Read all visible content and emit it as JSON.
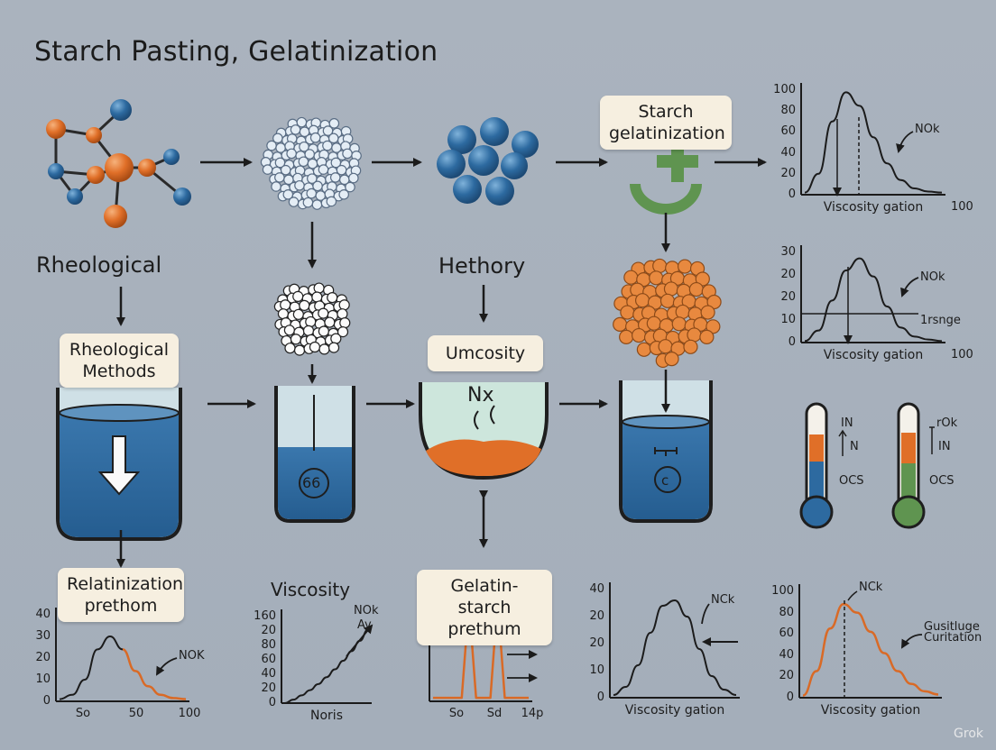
{
  "title": "Starch Pasting, Gelatinization",
  "labels": {
    "rheological": "Rheological",
    "hethory": "Hethory",
    "viscosity": "Viscosity"
  },
  "boxes": {
    "rheological_methods": [
      "Rheological",
      "Methods"
    ],
    "starch_gelatinization": [
      "Starch",
      "gelatinization"
    ],
    "umcosity": "Umcosity",
    "relatinization": [
      "Relatinization",
      "prethom"
    ],
    "gelatin_starch": [
      "Gelatin-starch",
      "prethum"
    ]
  },
  "vessel_marks": {
    "tube1": "66",
    "bowl": "Nx"
  },
  "thermometers": [
    {
      "labels": [
        "IN",
        "N",
        "OCS"
      ],
      "bulb_color": "#2d6aa0"
    },
    {
      "labels": [
        "rOk",
        "IN",
        "OCS"
      ],
      "bulb_color": "#5f9450"
    }
  ],
  "colors": {
    "blue": "#2d6aa0",
    "orange": "#d96a26",
    "green": "#5f9450",
    "cream": "#f6efe0"
  },
  "chart_data": [
    {
      "type": "line",
      "yticks": [
        "100",
        "80",
        "60",
        "40",
        "20",
        "0"
      ],
      "xlabel": "Viscosity gation",
      "xend": "100",
      "annotation": "NOk",
      "series": [
        {
          "x": [
            0,
            10,
            20,
            30,
            40,
            50,
            60,
            70,
            80,
            90,
            100
          ],
          "values": [
            2,
            20,
            70,
            98,
            85,
            55,
            30,
            14,
            6,
            3,
            2
          ]
        }
      ]
    },
    {
      "type": "line",
      "yticks": [
        "30",
        "20",
        "20",
        "10",
        "0"
      ],
      "xlabel": "Viscosity gation",
      "xend": "100",
      "annotation": "NOk",
      "hline_label": "1rsnge",
      "series": [
        {
          "x": [
            0,
            10,
            20,
            30,
            40,
            50,
            60,
            70,
            80,
            90,
            100
          ],
          "values": [
            0.5,
            4,
            14,
            24,
            28,
            22,
            12,
            5,
            2,
            1,
            0.5
          ]
        }
      ]
    },
    {
      "type": "line",
      "yticks": [
        "40",
        "30",
        "20",
        "10",
        "0"
      ],
      "xticks": [
        "So",
        "50",
        "100"
      ],
      "annotation": "NOK",
      "series": [
        {
          "x": [
            0,
            10,
            20,
            30,
            40,
            50,
            60,
            70,
            80,
            90,
            100
          ],
          "values": [
            1,
            3,
            10,
            24,
            30,
            24,
            14,
            7,
            3,
            1.5,
            1
          ]
        }
      ]
    },
    {
      "type": "line",
      "yticks": [
        "160",
        "20",
        "80",
        "60",
        "40",
        "20",
        "0"
      ],
      "xlabel": "Noris",
      "annotations": [
        "NOk",
        "Ay"
      ],
      "series": [
        {
          "x": [
            0,
            10,
            20,
            30,
            40,
            50,
            60,
            70,
            80,
            90,
            100
          ],
          "values": [
            0,
            4,
            9,
            15,
            22,
            30,
            39,
            49,
            60,
            72,
            85
          ]
        }
      ]
    },
    {
      "type": "line",
      "xticks": [
        "So",
        "Sd",
        "14p"
      ],
      "series": [
        {
          "x": [
            0,
            10,
            20,
            30,
            35,
            40,
            45,
            50,
            60,
            65,
            70,
            75,
            80,
            90,
            100
          ],
          "values": [
            5,
            5,
            5,
            5,
            95,
            95,
            5,
            5,
            5,
            98,
            98,
            5,
            5,
            5,
            5
          ]
        }
      ]
    },
    {
      "type": "line",
      "yticks": [
        "40",
        "20",
        "20",
        "10",
        "0"
      ],
      "xlabel": "Viscosity gation",
      "annotation": "NCk",
      "series": [
        {
          "x": [
            0,
            10,
            20,
            30,
            40,
            50,
            60,
            70,
            80,
            90,
            100
          ],
          "values": [
            1,
            4,
            12,
            24,
            34,
            36,
            30,
            18,
            8,
            3,
            1
          ]
        }
      ]
    },
    {
      "type": "line",
      "yticks": [
        "100",
        "80",
        "60",
        "40",
        "20",
        "0"
      ],
      "xlabel": "Viscosity gation",
      "annotations": [
        "NCk",
        "Gusitluge",
        "Curitation"
      ],
      "series": [
        {
          "x": [
            0,
            10,
            20,
            30,
            40,
            50,
            60,
            70,
            80,
            90,
            100
          ],
          "values": [
            2,
            25,
            65,
            88,
            80,
            62,
            42,
            25,
            13,
            6,
            3
          ]
        }
      ]
    }
  ],
  "watermark": "Grok"
}
